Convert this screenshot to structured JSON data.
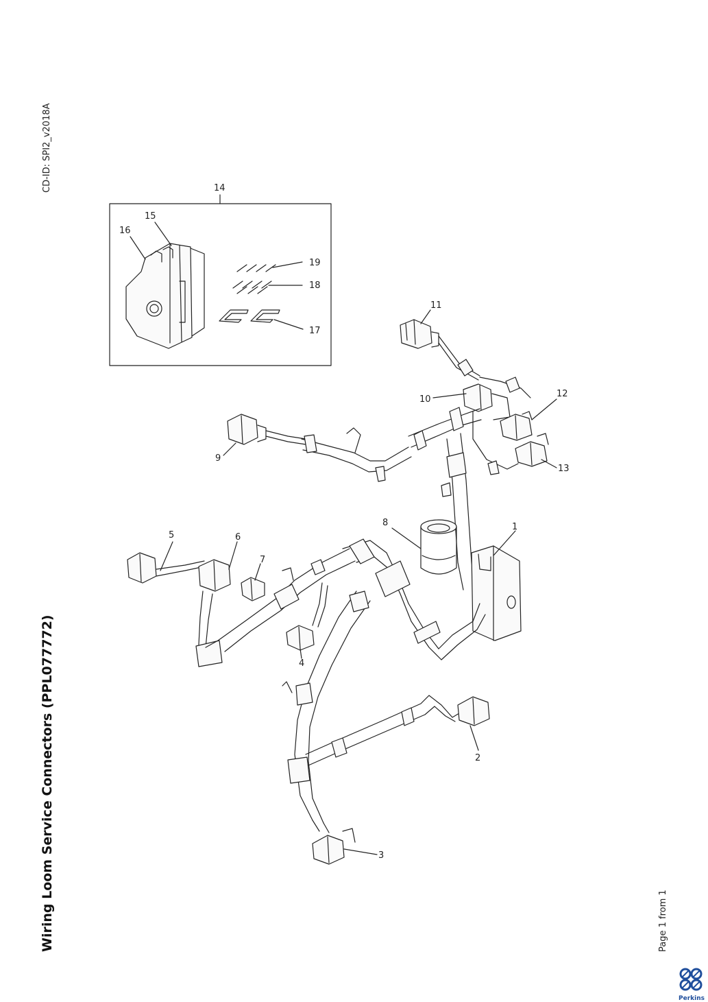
{
  "header": {
    "cd_id": "CD-ID: SPI2_v2018A"
  },
  "title": "Wiring Loom Service Connectors (PPL077772)",
  "footer": {
    "page": "Page 1 from 1",
    "brand": "Perkins"
  },
  "colors": {
    "line": "#222222",
    "brand_blue": "#1f4e9c"
  },
  "callouts": [
    "1",
    "2",
    "3",
    "4",
    "5",
    "6",
    "7",
    "8",
    "9",
    "10",
    "11",
    "12",
    "13",
    "14",
    "15",
    "16",
    "17",
    "18",
    "19"
  ]
}
